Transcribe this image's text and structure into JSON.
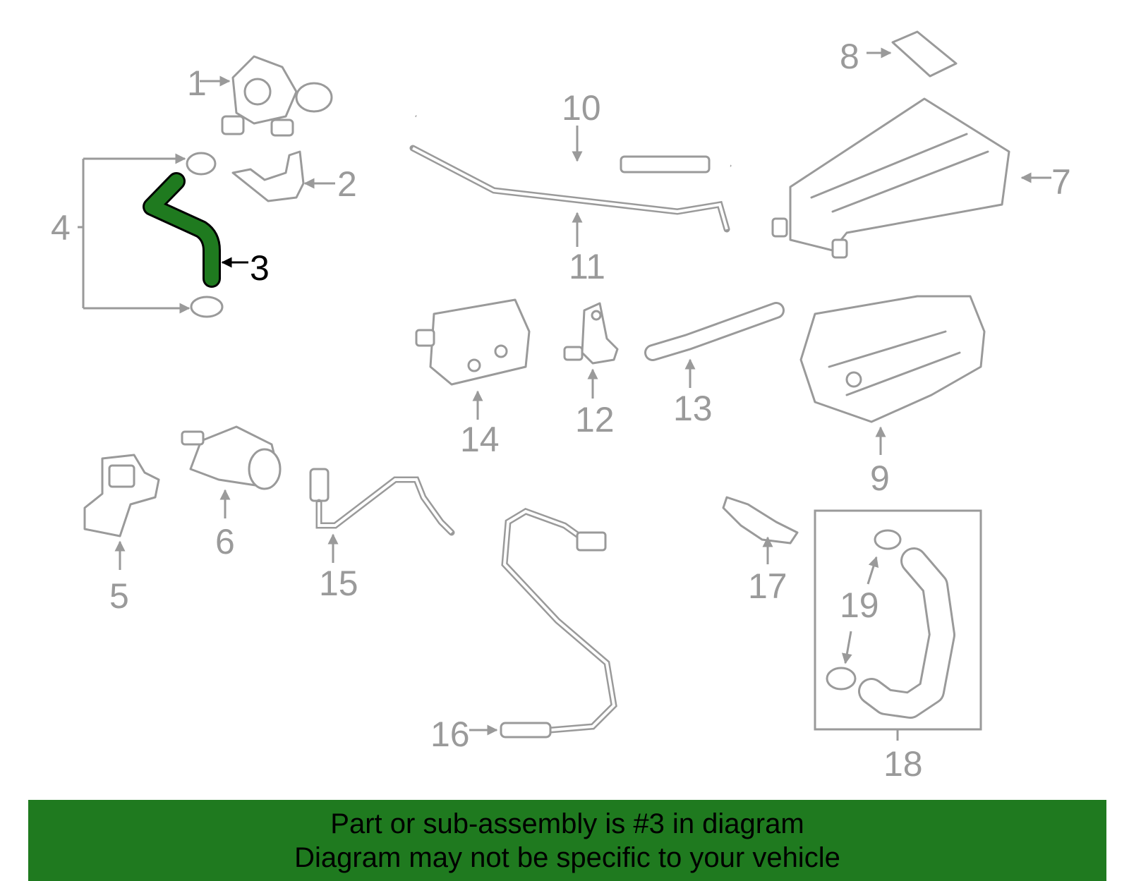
{
  "diagram": {
    "highlight_color": "#1f7a1f",
    "part_color": "#9a9a9a",
    "callouts": [
      {
        "id": "1",
        "label": "1"
      },
      {
        "id": "2",
        "label": "2"
      },
      {
        "id": "3",
        "label": "3",
        "highlighted": true
      },
      {
        "id": "4",
        "label": "4"
      },
      {
        "id": "5",
        "label": "5"
      },
      {
        "id": "6",
        "label": "6"
      },
      {
        "id": "7",
        "label": "7"
      },
      {
        "id": "8",
        "label": "8"
      },
      {
        "id": "9",
        "label": "9"
      },
      {
        "id": "10",
        "label": "10"
      },
      {
        "id": "11",
        "label": "11"
      },
      {
        "id": "12",
        "label": "12"
      },
      {
        "id": "13",
        "label": "13"
      },
      {
        "id": "14",
        "label": "14"
      },
      {
        "id": "15",
        "label": "15"
      },
      {
        "id": "16",
        "label": "16"
      },
      {
        "id": "17",
        "label": "17"
      },
      {
        "id": "18",
        "label": "18"
      },
      {
        "id": "19",
        "label": "19"
      }
    ]
  },
  "banner": {
    "line1": "Part or sub-assembly is #3 in diagram",
    "line2": "Diagram may not be specific to your vehicle",
    "background": "#1f7a1f"
  }
}
